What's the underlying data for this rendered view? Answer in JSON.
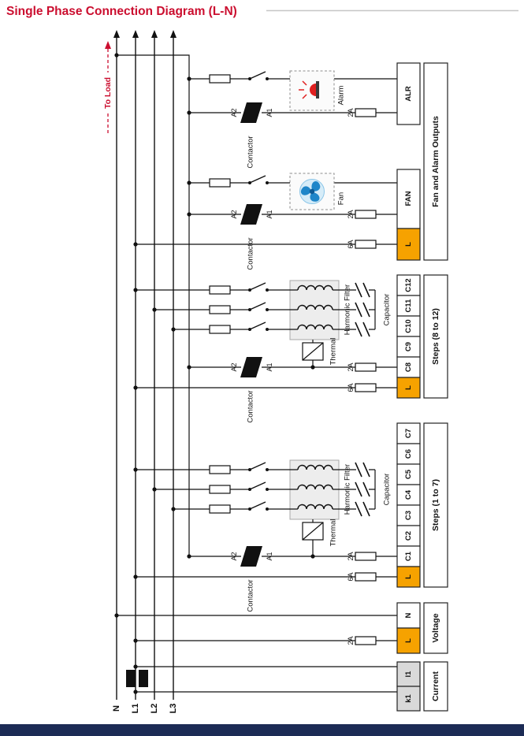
{
  "title": "Single Phase Connection Diagram (L-N)",
  "to_load": "To Load",
  "buses": {
    "n": "N",
    "l1": "L1",
    "l2": "L2",
    "l3": "L3"
  },
  "labels": {
    "contactor": "Contactor",
    "a1": "A1",
    "a2": "A2",
    "alarm": "Alarm",
    "fan": "Fan",
    "harmonic_filter": "Harmonic Filter",
    "capacitor": "Capacitor",
    "thermal": "Thermal",
    "fuse_2a": "2A",
    "fuse_6a": "6A"
  },
  "terminals": {
    "fan_alarm_group": "Fan and Alarm Outputs",
    "alr": "ALR",
    "fan": "FAN",
    "l": "L",
    "steps_8_12_group": "Steps (8 to 12)",
    "steps_8_12": [
      "C12",
      "C11",
      "C10",
      "C9",
      "C8"
    ],
    "steps_1_7_group": "Steps (1 to 7)",
    "steps_1_7": [
      "C7",
      "C6",
      "C5",
      "C4",
      "C3",
      "C2",
      "C1"
    ],
    "voltage_group": "Voltage",
    "voltage_n": "N",
    "current_group": "Current",
    "current_l1": "l1",
    "current_k1": "k1"
  },
  "colors": {
    "title_red": "#CB0E2F",
    "accent_orange": "#F6A200",
    "footer_navy": "#1C2B55",
    "fan_blue": "#1F86C9",
    "alarm_red": "#E02020",
    "terminal_gray": "#D9D9D9"
  }
}
